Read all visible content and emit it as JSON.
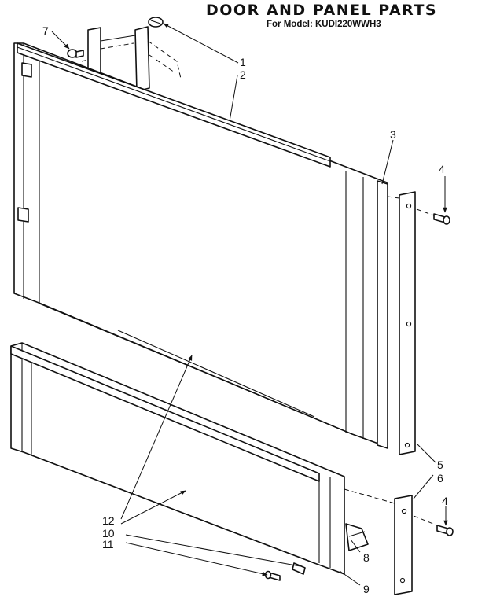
{
  "header": {
    "title": "DOOR AND PANEL PARTS",
    "model_line": "For Model: KUDI220WWH3"
  },
  "callouts": [
    "1",
    "2",
    "3",
    "4",
    "4",
    "5",
    "6",
    "7",
    "8",
    "9",
    "10",
    "11",
    "12"
  ]
}
